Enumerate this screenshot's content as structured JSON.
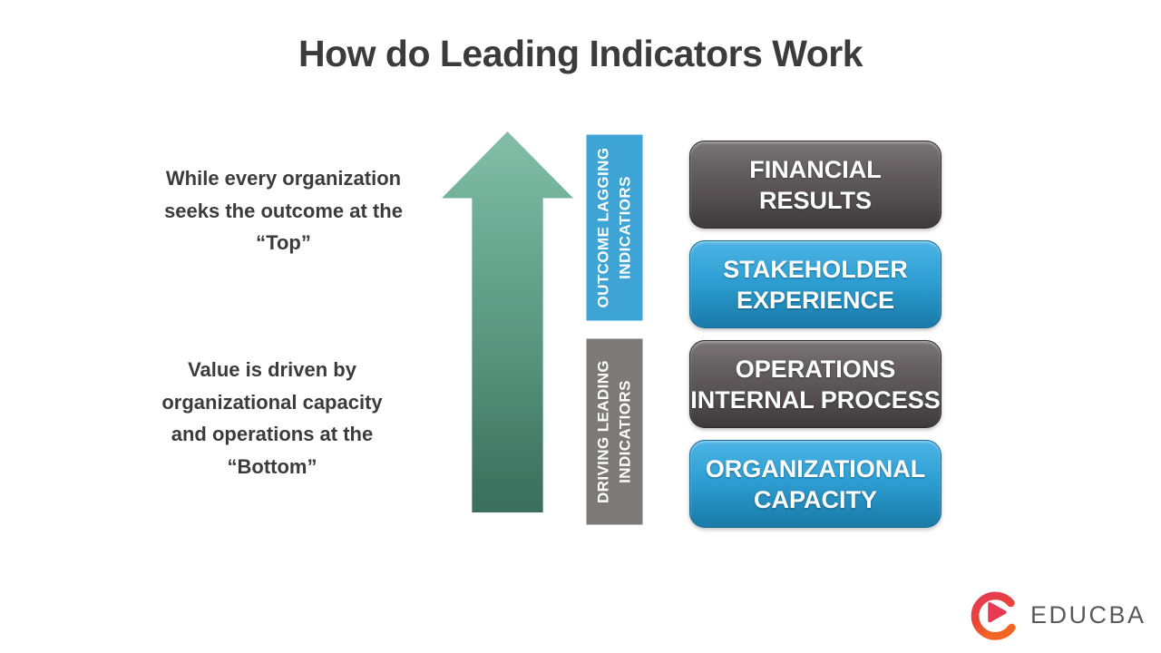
{
  "title": "How do Leading Indicators Work",
  "left_notes": [
    {
      "text": "While every organization\nseeks the outcome at the\n“Top”"
    },
    {
      "text": "Value is driven by\norganizational capacity\nand operations at the\n“Bottom”"
    }
  ],
  "arrow": {
    "direction": "up",
    "color_top": "#84bea9",
    "color_bottom": "#3b6e5d"
  },
  "axis_labels": [
    {
      "text": "OUTCOME LAGGING\nINDICATIORS",
      "color": "#3ea4d5"
    },
    {
      "text": "DRIVING LEADING\nINDICATIORS",
      "color": "#7e7979"
    }
  ],
  "boxes": [
    {
      "label": "FINANCIAL\nRESULTS",
      "style": "dark",
      "color": "#534e4f"
    },
    {
      "label": "STAKEHOLDER\nEXPERIENCE",
      "style": "blue",
      "color": "#2f9fd3"
    },
    {
      "label": "OPERATIONS\nINTERNAL PROCESS",
      "style": "dark",
      "color": "#534e4f"
    },
    {
      "label": "ORGANIZATIONAL\nCAPACITY",
      "style": "blue",
      "color": "#2f9fd3"
    }
  ],
  "brand": {
    "name": "EDUCBA",
    "logo_color_start": "#e23a56",
    "logo_color_end": "#f26522",
    "text_color": "#58595b"
  }
}
